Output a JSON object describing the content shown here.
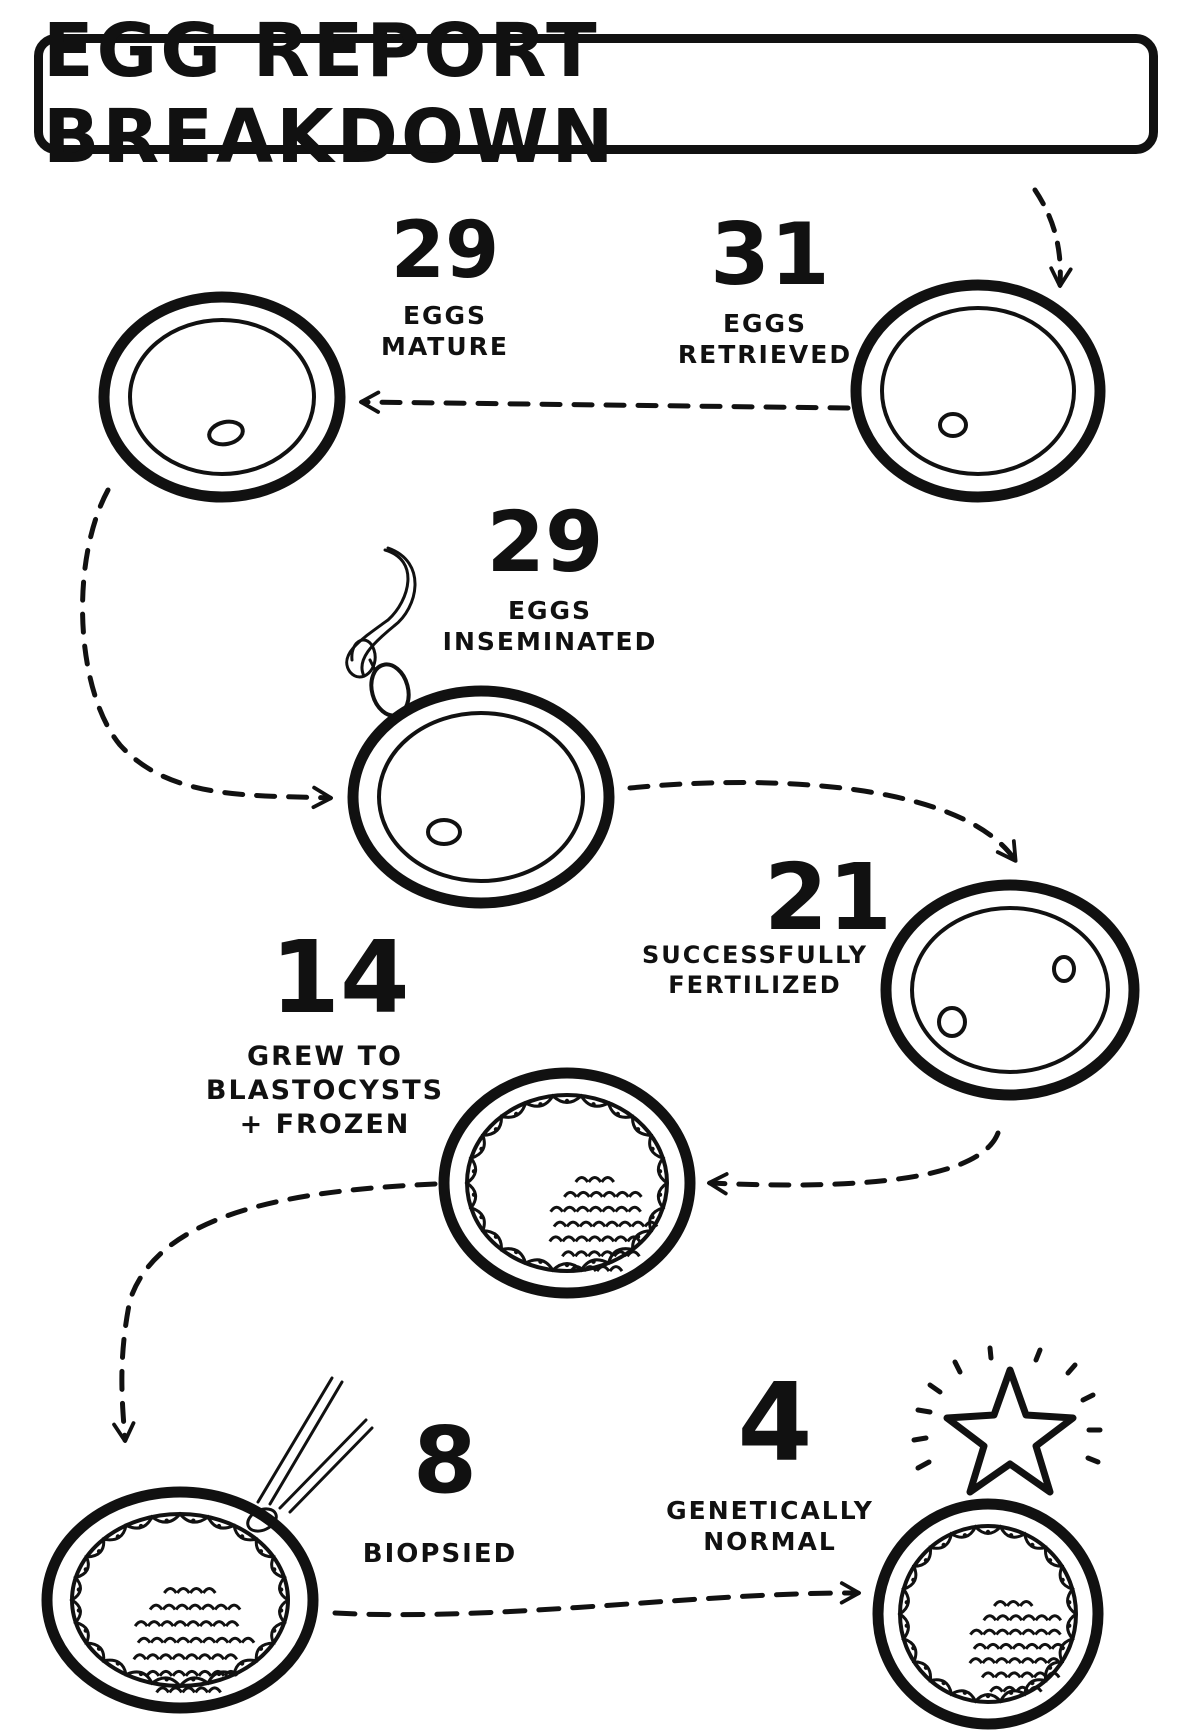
{
  "title": "EGG REPORT BREAKDOWN",
  "stages": [
    {
      "id": "retrieved",
      "count": "31",
      "label": [
        "EGGS",
        "RETRIEVED"
      ]
    },
    {
      "id": "mature",
      "count": "29",
      "label": [
        "EGGS",
        "MATURE"
      ]
    },
    {
      "id": "inseminated",
      "count": "29",
      "label": [
        "EGGS",
        "INSEMINATED"
      ]
    },
    {
      "id": "fertilized",
      "count": "21",
      "label": [
        "SUCCESSFULLY",
        "FERTILIZED"
      ]
    },
    {
      "id": "blastocysts",
      "count": "14",
      "label": [
        "GREW TO",
        "BLASTOCYSTS",
        "+ FROZEN"
      ]
    },
    {
      "id": "biopsied",
      "count": "8",
      "label": [
        "BIOPSIED"
      ]
    },
    {
      "id": "normal",
      "count": "4",
      "label": [
        "GENETICALLY",
        "NORMAL"
      ]
    }
  ],
  "colors": {
    "ink": "#111111",
    "paper": "#ffffff"
  }
}
